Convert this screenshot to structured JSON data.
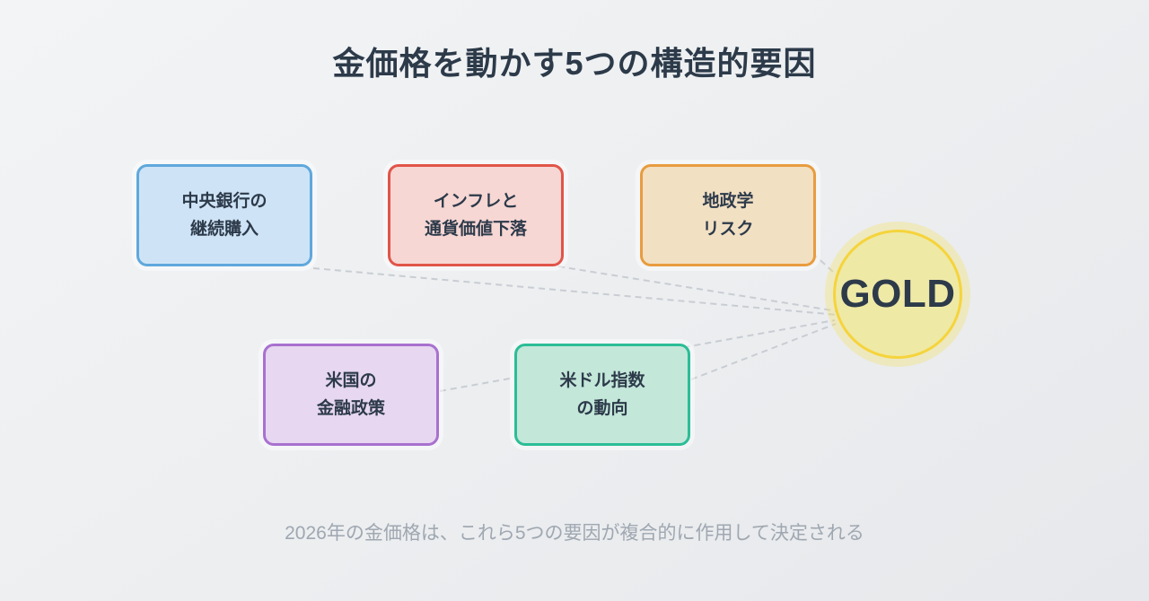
{
  "title": "金価格を動かす5つの構造的要因",
  "caption": "2026年の金価格は、これら5つの要因が複合的に作用して決定される",
  "connector": {
    "color": "#c9cdd3"
  },
  "gold": {
    "label": "GOLD",
    "fill": "#efe9a6",
    "border": "#f5d43c"
  },
  "factors": [
    {
      "label": "中央銀行の\n継続購入",
      "fill": "#cee4f6",
      "border": "#5fa8dc"
    },
    {
      "label": "インフレと\n通貨価値下落",
      "fill": "#f6d7d4",
      "border": "#e15549"
    },
    {
      "label": "地政学\nリスク",
      "fill": "#f2e0c3",
      "border": "#e89c3f"
    },
    {
      "label": "米国の\n金融政策",
      "fill": "#e7d7f1",
      "border": "#a871ce"
    },
    {
      "label": "米ドル指数\nの動向",
      "fill": "#c3e7d9",
      "border": "#2bbd96"
    }
  ]
}
